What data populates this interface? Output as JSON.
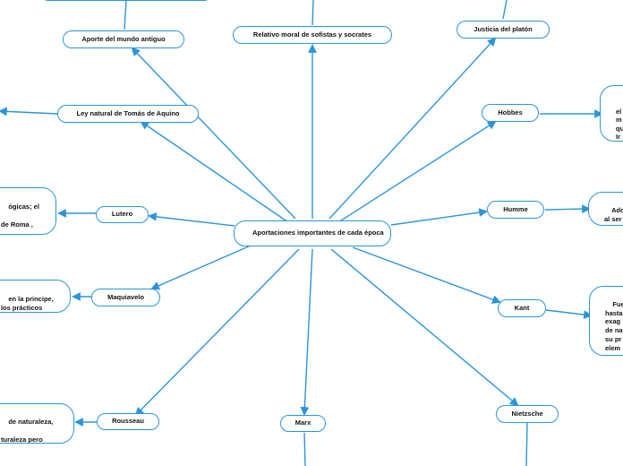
{
  "center": {
    "label": "Aportaciones importantes de cada época"
  },
  "topics": [
    {
      "id": "aporte",
      "label": "Aporte del mundo antiguo"
    },
    {
      "id": "relativo",
      "label": "Relativo moral de sofistas y socrates"
    },
    {
      "id": "justicia",
      "label": "Justicia del platón"
    },
    {
      "id": "ley-natural",
      "label": "Ley natural de Tomás de Aquino"
    },
    {
      "id": "hobbes",
      "label": "Hobbes"
    },
    {
      "id": "lutero",
      "label": "Lutero"
    },
    {
      "id": "humme",
      "label": "Humme"
    },
    {
      "id": "maquiavelo",
      "label": "Maquiavelo"
    },
    {
      "id": "kant",
      "label": "Kant"
    },
    {
      "id": "rousseau",
      "label": "Rousseau"
    },
    {
      "id": "marx",
      "label": "Marx"
    },
    {
      "id": "nietzsche",
      "label": "Nietzsche"
    }
  ],
  "details": [
    {
      "id": "lutero-detail",
      "text": "ógicas; el\n\nde Roma ,"
    },
    {
      "id": "maquiavelo-detail",
      "text": "en la principe,\nlos prácticos"
    },
    {
      "id": "rousseau-detail",
      "text": "de naturaleza,\n\nturaleza pero"
    },
    {
      "id": "hobbes-detail",
      "text": "Ju\nel\nm\nqu\nIr\nes"
    },
    {
      "id": "humme-detail",
      "text": "Adop\nal ser\ncomo"
    },
    {
      "id": "kant-detail",
      "text": "Fue u\nhasta\nexag\nde na\nsu pr\nelem\n\nfunda"
    }
  ],
  "colors": {
    "accent": "#2a95d8",
    "text": "#111111",
    "background": "#ffffff"
  }
}
